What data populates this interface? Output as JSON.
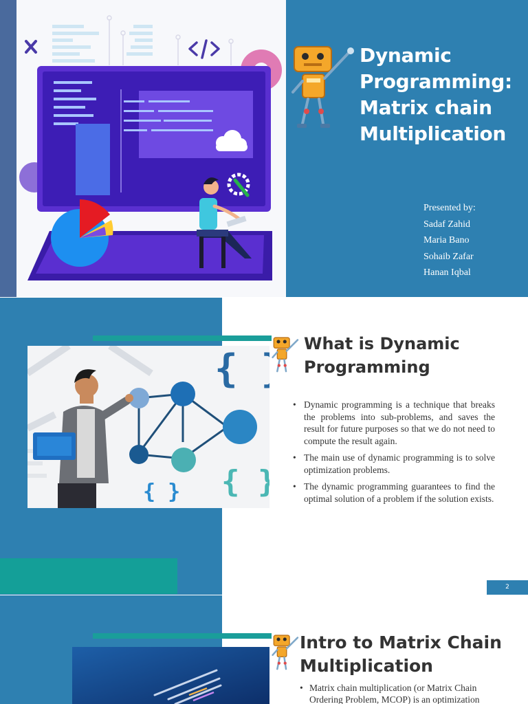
{
  "slide1": {
    "title_lines": [
      "Dynamic",
      "Programming:",
      "Matrix chain",
      "Multiplication"
    ],
    "presented_by": "Presented by:",
    "presenters": [
      "Sadaf Zahid",
      "Maria Bano",
      "Sohaib Zafar",
      "Hanan Iqbal"
    ]
  },
  "slide2": {
    "heading_lines": [
      "What is Dynamic",
      "Programming"
    ],
    "bullets": [
      "Dynamic programming is a technique that breaks the problems into sub-problems, and saves the result for future purposes so that we do not need to compute the result again.",
      "The main use of dynamic programming is to solve optimization problems.",
      "The dynamic programming guarantees to find the optimal solution of a problem if the solution exists."
    ],
    "page_number": "2"
  },
  "slide3": {
    "heading_lines": [
      "Intro to Matrix Chain",
      "Multiplication"
    ],
    "bullets": [
      "Matrix chain multiplication (or Matrix Chain Ordering Problem, MCOP) is an optimization"
    ]
  },
  "colors": {
    "primary_blue": "#2e80b1",
    "teal": "#1a9e9a",
    "dark_text": "#333333"
  }
}
